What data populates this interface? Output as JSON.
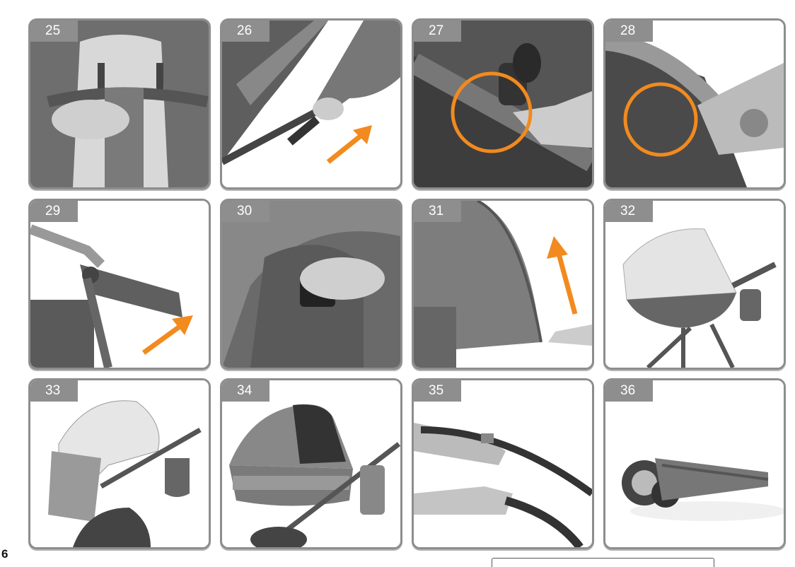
{
  "page_number": "6",
  "accent_color": "#f28a1f",
  "steps": [
    {
      "number": "25",
      "marker": "none"
    },
    {
      "number": "26",
      "marker": "arrow"
    },
    {
      "number": "27",
      "marker": "circle"
    },
    {
      "number": "28",
      "marker": "circle"
    },
    {
      "number": "29",
      "marker": "arrow"
    },
    {
      "number": "30",
      "marker": "none"
    },
    {
      "number": "31",
      "marker": "arrow"
    },
    {
      "number": "32",
      "marker": "none"
    },
    {
      "number": "33",
      "marker": "none"
    },
    {
      "number": "34",
      "marker": "none"
    },
    {
      "number": "35",
      "marker": "none"
    },
    {
      "number": "36",
      "marker": "none"
    }
  ]
}
